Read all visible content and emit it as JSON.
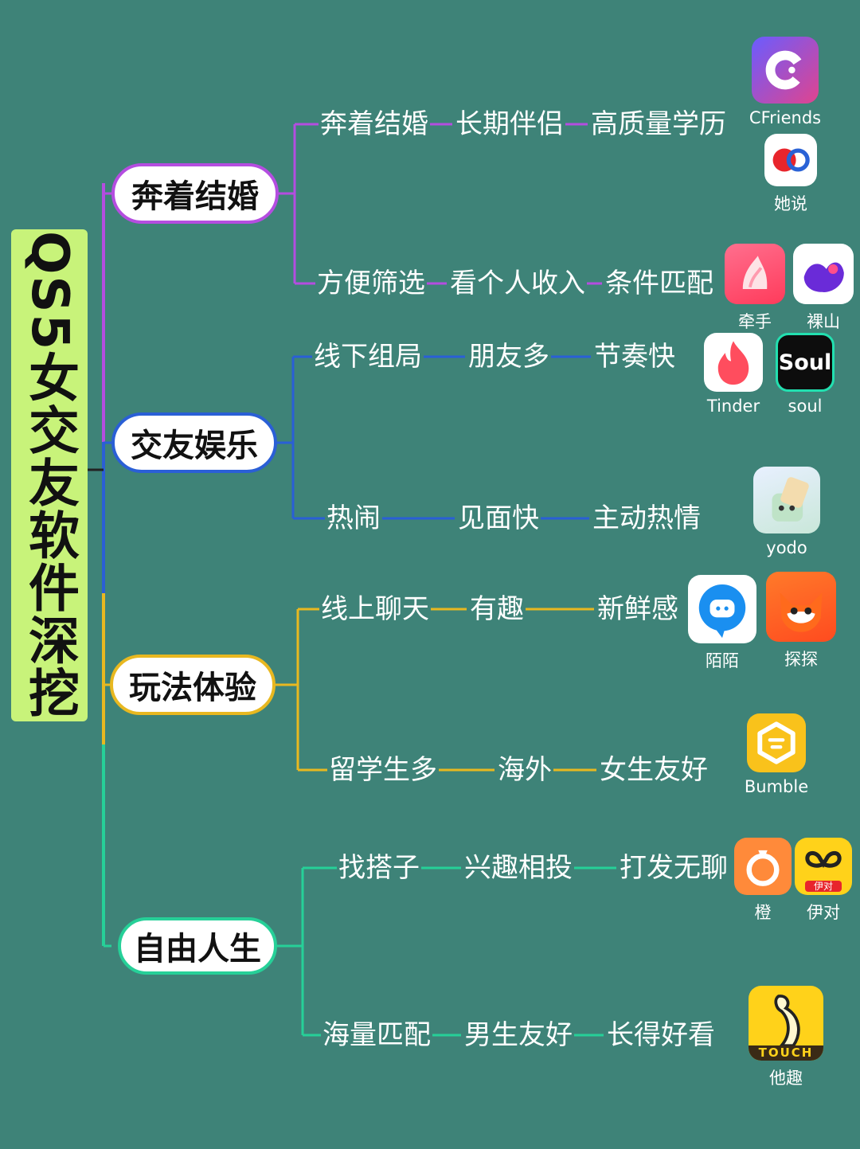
{
  "title": "QS5女交友软件深挖",
  "colors": {
    "background": "#3e8378",
    "title_bg": "#c8f37a",
    "branch_marriage": "#b44de0",
    "branch_social": "#2a5fd6",
    "branch_play": "#e8b820",
    "branch_free": "#26d098"
  },
  "branches": [
    {
      "category": "奔着结婚",
      "rows": [
        {
          "keywords": [
            "奔着结婚",
            "长期伴侣",
            "高质量学历"
          ],
          "apps": [
            {
              "name": "CFriends",
              "icon": "cfriends-icon"
            },
            {
              "name": "她说",
              "icon": "tashuo-icon"
            }
          ]
        },
        {
          "keywords": [
            "方便筛选",
            "看个人收入",
            "条件匹配"
          ],
          "apps": [
            {
              "name": "牵手",
              "icon": "qianshou-icon"
            },
            {
              "name": "裸山",
              "icon": "luoshan-icon"
            }
          ]
        }
      ]
    },
    {
      "category": "交友娱乐",
      "rows": [
        {
          "keywords": [
            "线下组局",
            "朋友多",
            "节奏快"
          ],
          "apps": [
            {
              "name": "Tinder",
              "icon": "tinder-icon"
            },
            {
              "name": "soul",
              "icon": "soul-icon",
              "text": "Soul"
            }
          ]
        },
        {
          "keywords": [
            "热闹",
            "见面快",
            "主动热情"
          ],
          "apps": [
            {
              "name": "yodo",
              "icon": "yodo-icon"
            }
          ]
        }
      ]
    },
    {
      "category": "玩法体验",
      "rows": [
        {
          "keywords": [
            "线上聊天",
            "有趣",
            "新鲜感"
          ],
          "apps": [
            {
              "name": "陌陌",
              "icon": "momo-icon"
            },
            {
              "name": "探探",
              "icon": "tantan-icon"
            }
          ]
        },
        {
          "keywords": [
            "留学生多",
            "海外",
            "女生友好"
          ],
          "apps": [
            {
              "name": "Bumble",
              "icon": "bumble-icon"
            }
          ]
        }
      ]
    },
    {
      "category": "自由人生",
      "rows": [
        {
          "keywords": [
            "找搭子",
            "兴趣相投",
            "打发无聊"
          ],
          "apps": [
            {
              "name": "橙",
              "icon": "cheng-icon"
            },
            {
              "name": "伊对",
              "icon": "yidui-icon",
              "text": "伊对"
            }
          ]
        },
        {
          "keywords": [
            "海量匹配",
            "男生友好",
            "长得好看"
          ],
          "apps": [
            {
              "name": "他趣",
              "icon": "taqu-icon",
              "text": "TOUCH"
            }
          ]
        }
      ]
    }
  ]
}
